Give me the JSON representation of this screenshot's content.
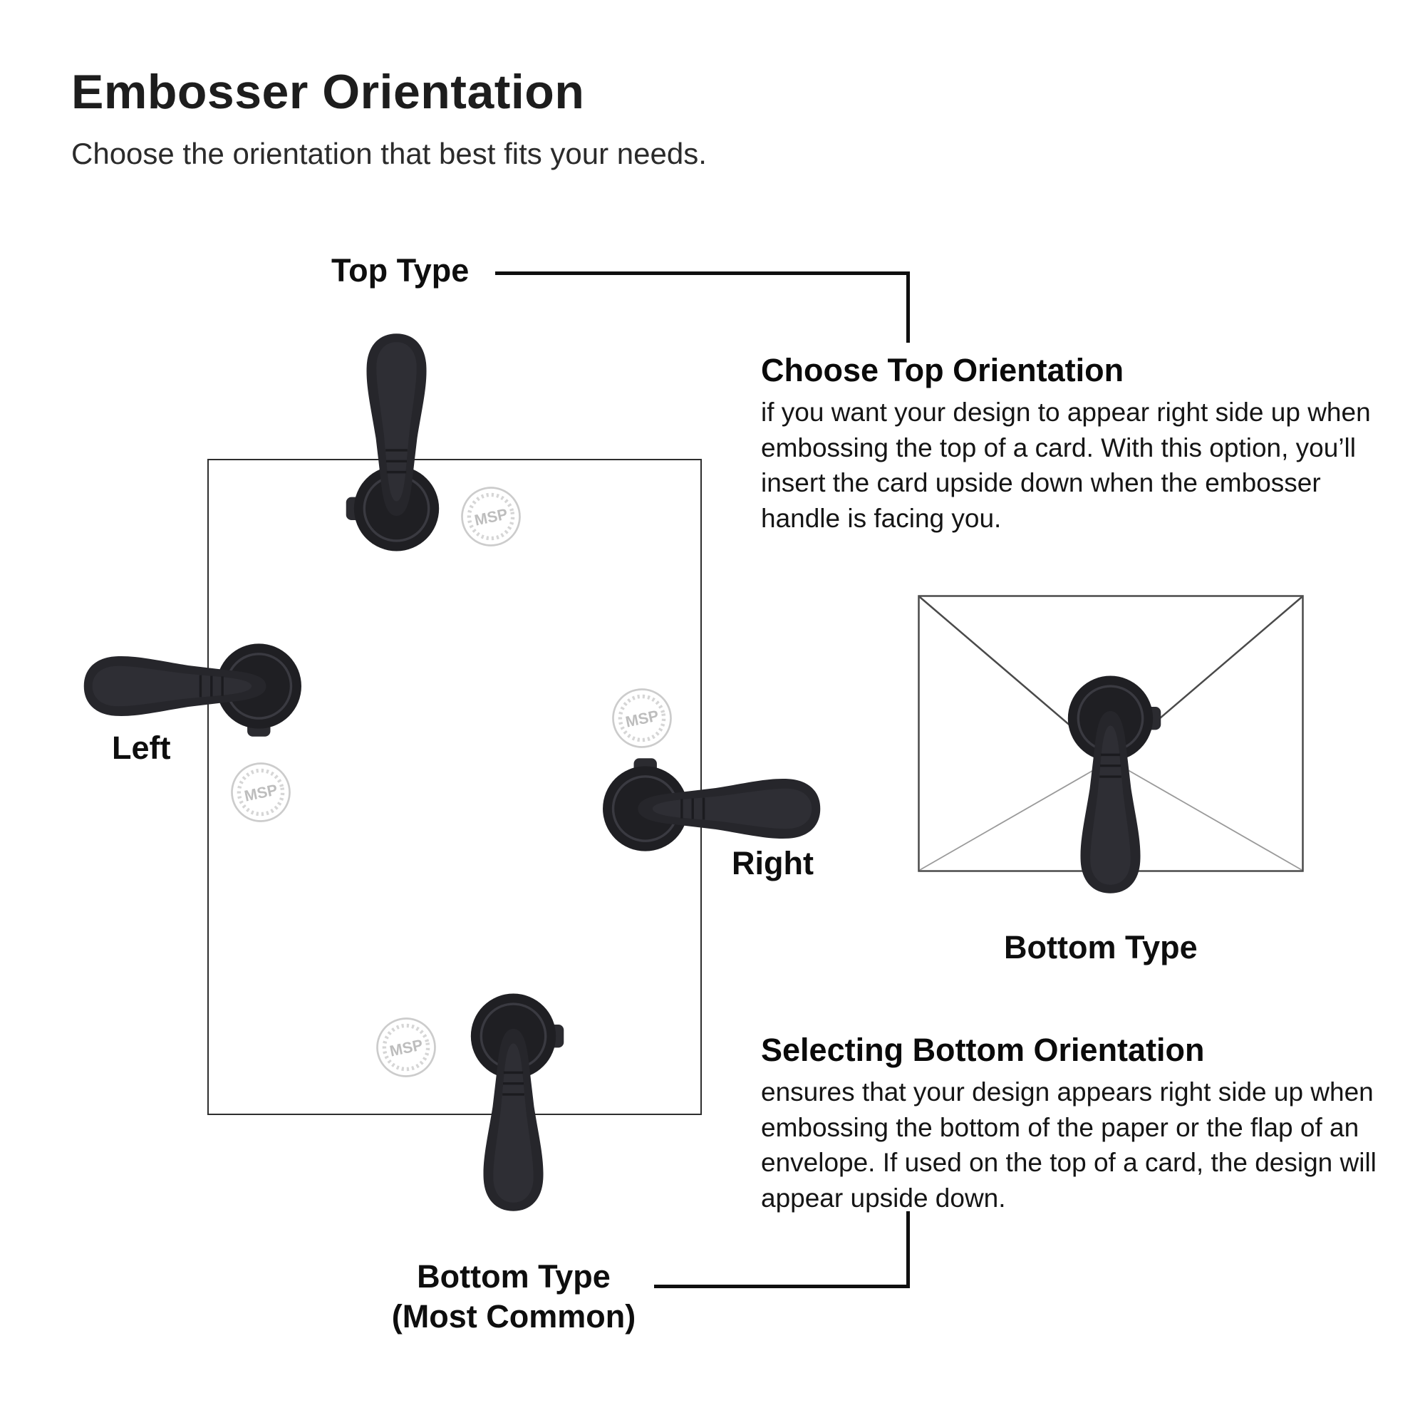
{
  "page": {
    "title": "Embosser Orientation",
    "subtitle": "Choose the orientation that best fits your needs."
  },
  "diagram": {
    "seal_text": "MSP",
    "labels": {
      "top_type": "Top Type",
      "left": "Left",
      "right": "Right",
      "bottom_type_line1": "Bottom Type",
      "bottom_type_line2": "(Most Common)"
    }
  },
  "envelope": {
    "label": "Bottom Type"
  },
  "callouts": {
    "top_orientation": {
      "heading": "Choose Top Orientation",
      "body": "if you want your design to appear right side up when embossing the top of a card.  With this option, you’ll insert the card upside down when the embosser handle is facing you."
    },
    "bottom_orientation": {
      "heading": "Selecting Bottom Orientation",
      "body": "ensures that your design appears right side up when embossing the bottom of the paper or the flap of an envelope.  If used on the top of a card, the design will appear upside down."
    }
  },
  "colors": {
    "embosser_body": "#26262b",
    "seal_gray": "#c9c9c9",
    "line_black": "#0f0f0f"
  }
}
